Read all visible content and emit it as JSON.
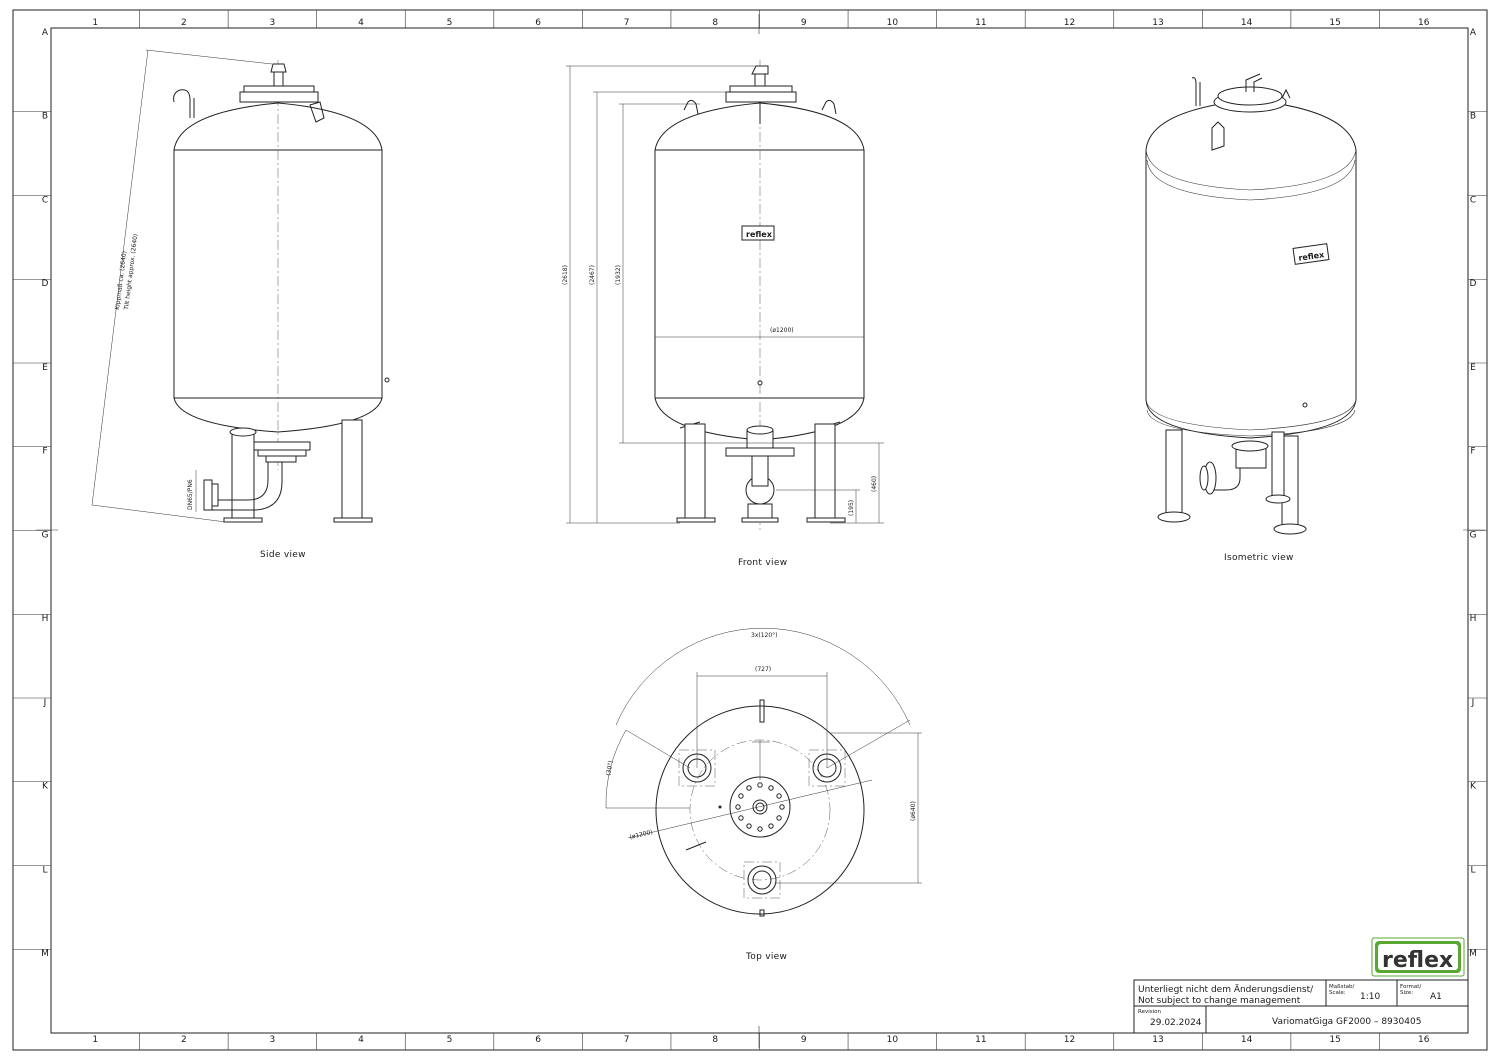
{
  "grid": {
    "columns": [
      "1",
      "2",
      "3",
      "4",
      "5",
      "6",
      "7",
      "8",
      "9",
      "10",
      "11",
      "12",
      "13",
      "14",
      "15",
      "16"
    ],
    "rows": [
      "A",
      "B",
      "C",
      "D",
      "E",
      "F",
      "G",
      "H",
      "J",
      "K",
      "L",
      "M"
    ]
  },
  "views": {
    "side": {
      "label": "Side view",
      "tilt_de": "Kippmaß ca. (2640)",
      "tilt_en": "Tilt height approx. (2640)",
      "flange": "DN65/PN6"
    },
    "front": {
      "label": "Front view",
      "logo": "reflex",
      "dims": {
        "overall": "(2618)",
        "shoulder": "(2467)",
        "cylinder": "(1932)",
        "diameter": "(ø1200)",
        "bottom": "(460)",
        "outlet": "(195)"
      }
    },
    "isometric": {
      "label": "Isometric view",
      "logo": "reflex"
    },
    "top": {
      "label": "Top view",
      "dims": {
        "angle": "3x(120°)",
        "spacing": "(727)",
        "angle_small": "(30°)",
        "diameter": "(ø1200)",
        "offset": "(ø640)"
      }
    }
  },
  "logo": {
    "text": "reflex",
    "color": "#5aa832"
  },
  "title_block": {
    "notice_de": "Unterliegt nicht dem Änderungsdienst/",
    "notice_en": "Not subject to change management",
    "scale_label_de": "Maßstab/",
    "scale_label_en": "Scale:",
    "scale": "1:10",
    "format_label_de": "Format/",
    "format_label_en": "Size:",
    "format": "A1",
    "revision_label": "Revision",
    "revision": "29.02.2024",
    "title": "VariomatGiga  GF2000  –  8930405"
  }
}
